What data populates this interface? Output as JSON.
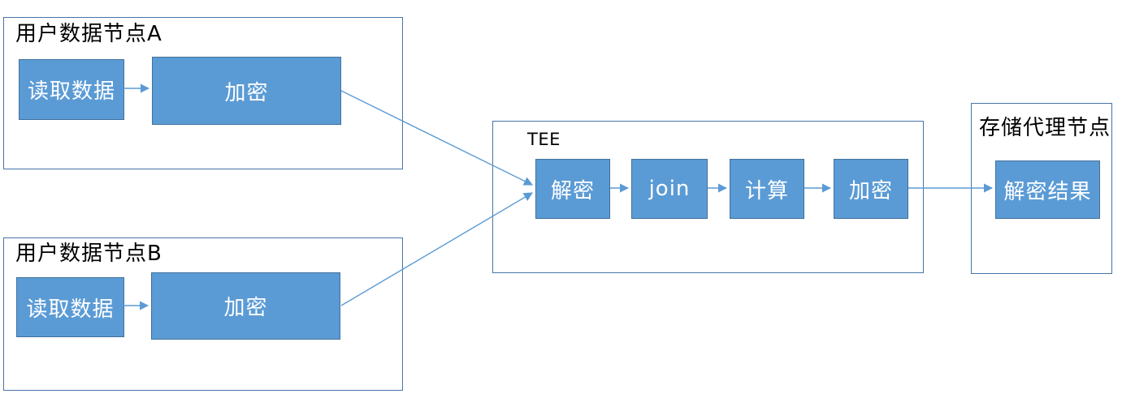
{
  "colors": {
    "box_fill": "#5b9bd5",
    "box_border": "#41719c",
    "container_border": "#4674a8",
    "arrow": "#5b9bd5",
    "title_text": "#000000",
    "box_text": "#ffffff"
  },
  "diagram": {
    "node_a": {
      "title": "用户数据节点A",
      "boxes": [
        {
          "id": "node-a-read",
          "label": "读取数据"
        },
        {
          "id": "node-a-encrypt",
          "label": "加密"
        }
      ]
    },
    "node_b": {
      "title": "用户数据节点B",
      "boxes": [
        {
          "id": "node-b-read",
          "label": "读取数据"
        },
        {
          "id": "node-b-encrypt",
          "label": "加密"
        }
      ]
    },
    "tee": {
      "title": "TEE",
      "boxes": [
        {
          "id": "tee-decrypt",
          "label": "解密"
        },
        {
          "id": "tee-join",
          "label": "join"
        },
        {
          "id": "tee-compute",
          "label": "计算"
        },
        {
          "id": "tee-encrypt",
          "label": "加密"
        }
      ]
    },
    "storage": {
      "title": "存储代理节点",
      "boxes": [
        {
          "id": "storage-decrypt-result",
          "label": "解密结果"
        }
      ]
    },
    "flows": [
      {
        "from": "node-a-read",
        "to": "node-a-encrypt"
      },
      {
        "from": "node-b-read",
        "to": "node-b-encrypt"
      },
      {
        "from": "node-a-encrypt",
        "to": "tee-decrypt"
      },
      {
        "from": "node-b-encrypt",
        "to": "tee-decrypt"
      },
      {
        "from": "tee-decrypt",
        "to": "tee-join"
      },
      {
        "from": "tee-join",
        "to": "tee-compute"
      },
      {
        "from": "tee-compute",
        "to": "tee-encrypt"
      },
      {
        "from": "tee-encrypt",
        "to": "storage-decrypt-result"
      }
    ]
  }
}
